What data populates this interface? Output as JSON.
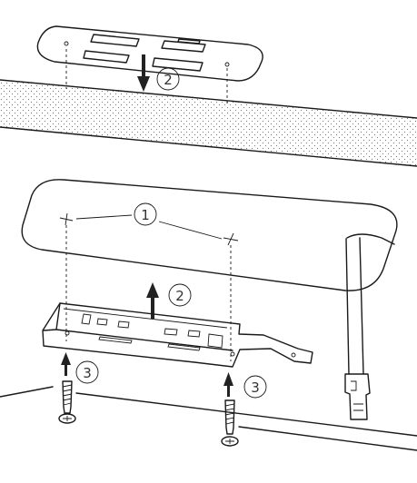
{
  "callouts": {
    "one": "1",
    "two_top": "2",
    "two_bottom": "2",
    "three_left": "3",
    "three_right": "3"
  },
  "colors": {
    "line": "#1a1a1a",
    "fill": "#ffffff",
    "arrow": "#222222",
    "stipple": "#7a7a7a"
  },
  "icons": [
    "device-unit",
    "ceiling-panel",
    "mounting-bracket",
    "screw",
    "network-cable-rj45",
    "arrow-up",
    "arrow-down"
  ]
}
